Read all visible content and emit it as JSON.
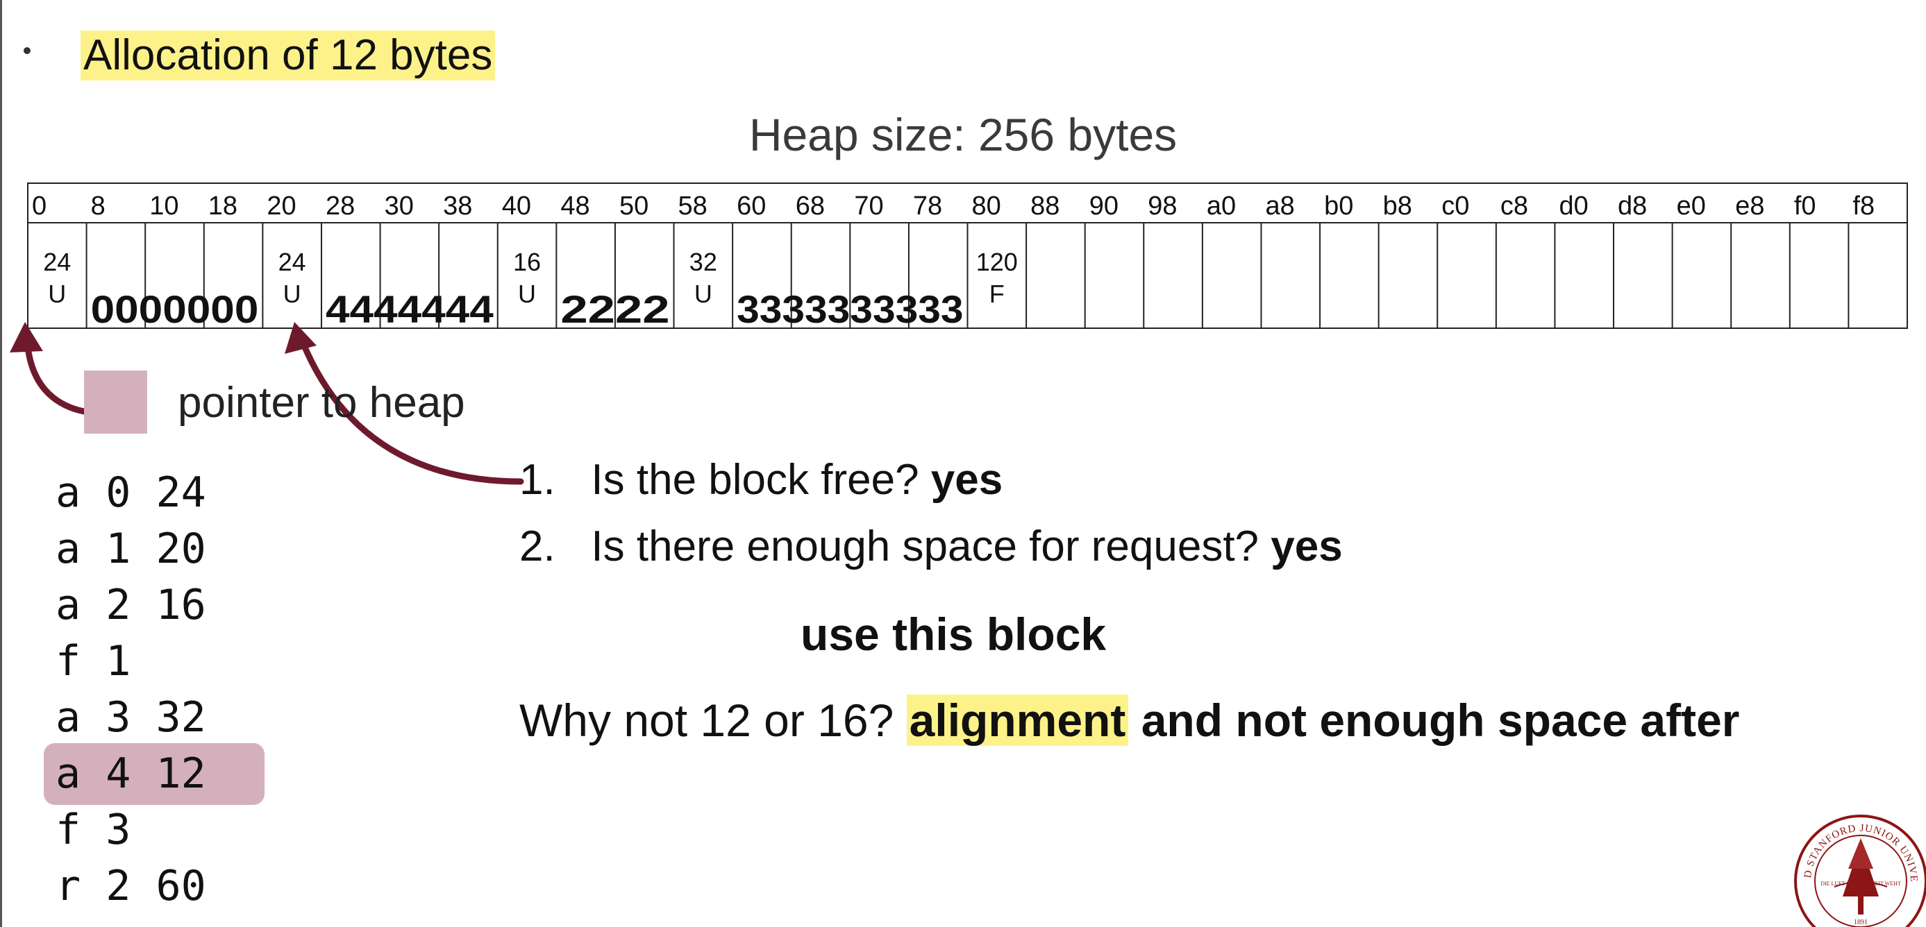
{
  "title": "Allocation of 12 bytes",
  "heap_title": "Heap size: 256 bytes",
  "heap": {
    "addresses": [
      "0",
      "8",
      "10",
      "18",
      "20",
      "28",
      "30",
      "38",
      "40",
      "48",
      "50",
      "58",
      "60",
      "68",
      "70",
      "78",
      "80",
      "88",
      "90",
      "98",
      "a0",
      "a8",
      "b0",
      "b8",
      "c0",
      "c8",
      "d0",
      "d8",
      "e0",
      "e8",
      "f0",
      "f8"
    ],
    "blocks": [
      {
        "start": 0,
        "size": 1,
        "header": "24",
        "status": "U"
      },
      {
        "start": 1,
        "size": 3,
        "payload": "0000000"
      },
      {
        "start": 4,
        "size": 1,
        "header": "24",
        "status": "U"
      },
      {
        "start": 5,
        "size": 3,
        "payload": "4444444"
      },
      {
        "start": 8,
        "size": 1,
        "header": "16",
        "status": "U"
      },
      {
        "start": 9,
        "size": 2,
        "payload": "2222"
      },
      {
        "start": 11,
        "size": 1,
        "header": "32",
        "status": "U"
      },
      {
        "start": 12,
        "size": 4,
        "payload": "3333333333"
      },
      {
        "start": 16,
        "size": 1,
        "header": "120",
        "status": "F"
      }
    ],
    "total_cells": 32
  },
  "pointer_label": "pointer to heap",
  "operations": [
    "a 0 24",
    "a 1 20",
    "a 2 16",
    "f 1",
    "a 3 32",
    "a 4 12",
    "f 3",
    "r 2 60"
  ],
  "highlighted_operation": 5,
  "questions": {
    "q1_num": "1.",
    "q1_text": "Is the block free?",
    "q1_answer": "yes",
    "q2_num": "2.",
    "q2_text": "Is there enough space for request?",
    "q2_answer": "yes"
  },
  "use_block": "use this block",
  "why": {
    "prefix": "Why not 12 or 16?",
    "highlight": "alignment",
    "suffix": "and not enough space after"
  },
  "seal": {
    "text": "LELAND STANFORD JUNIOR UNIVERSITY",
    "ribbon": "DIE LUFT DER FREIHEIT WEHT",
    "year": "1891"
  },
  "colors": {
    "highlight_yellow": "#fdf28a",
    "pointer_pink": "#d4b0bd",
    "arrow_maroon": "#6e1a2c",
    "seal_red": "#8c1515"
  }
}
